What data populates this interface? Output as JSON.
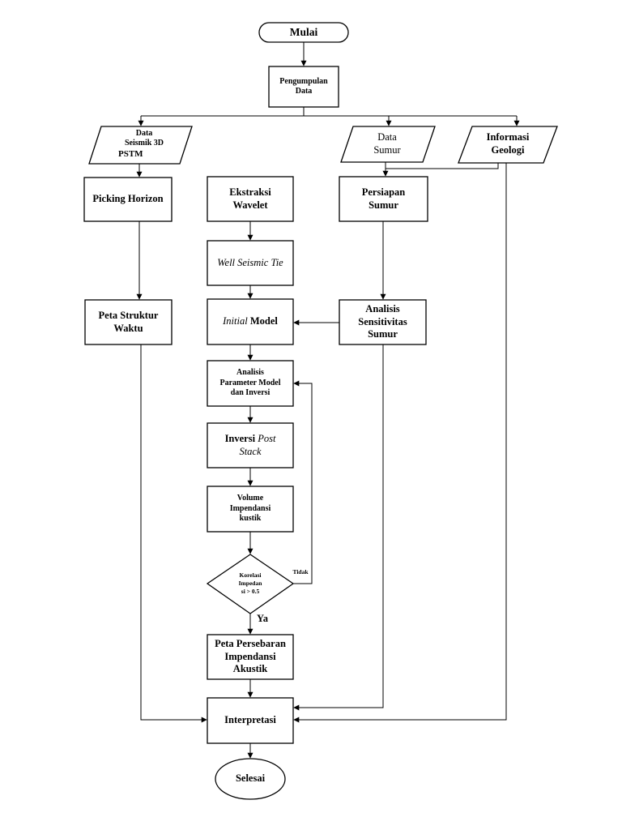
{
  "nodes": {
    "start": "Mulai",
    "collect": [
      "Pengumpulan",
      "Data"
    ],
    "seismic": [
      "Data",
      "Seismik 3D",
      "PSTM"
    ],
    "well_data": [
      "Data",
      "Sumur"
    ],
    "geo_info": [
      "Informasi",
      "Geologi"
    ],
    "picking": "Picking Horizon",
    "time_map": [
      "Peta Struktur",
      "Waktu"
    ],
    "wavelet": [
      "Ekstraksi",
      "Wavelet"
    ],
    "wst": "Well Seismic Tie",
    "initial_model": {
      "italic": "Initial",
      "plain": "Model"
    },
    "param_analysis": [
      "Analisis",
      "Parameter Model",
      "dan Inversi"
    ],
    "inversion": {
      "plain": "Inversi",
      "italic_1": "Post",
      "italic_2": "Stack"
    },
    "volume": [
      "Volume",
      "Impendansi",
      "kustik"
    ],
    "decision": [
      "Korelasi",
      "Impedan",
      "si > 0.5"
    ],
    "well_prep": [
      "Persiapan",
      "Sumur"
    ],
    "sensitivity": [
      "Analisis",
      "Sensitivitas",
      "Sumur"
    ],
    "ai_map": [
      "Peta Persebaran",
      "Impendansi",
      "Akustik"
    ],
    "interpret": "Interpretasi",
    "end": "Selesai"
  },
  "edges": {
    "no_label": "Tidak",
    "yes_label": "Ya"
  }
}
